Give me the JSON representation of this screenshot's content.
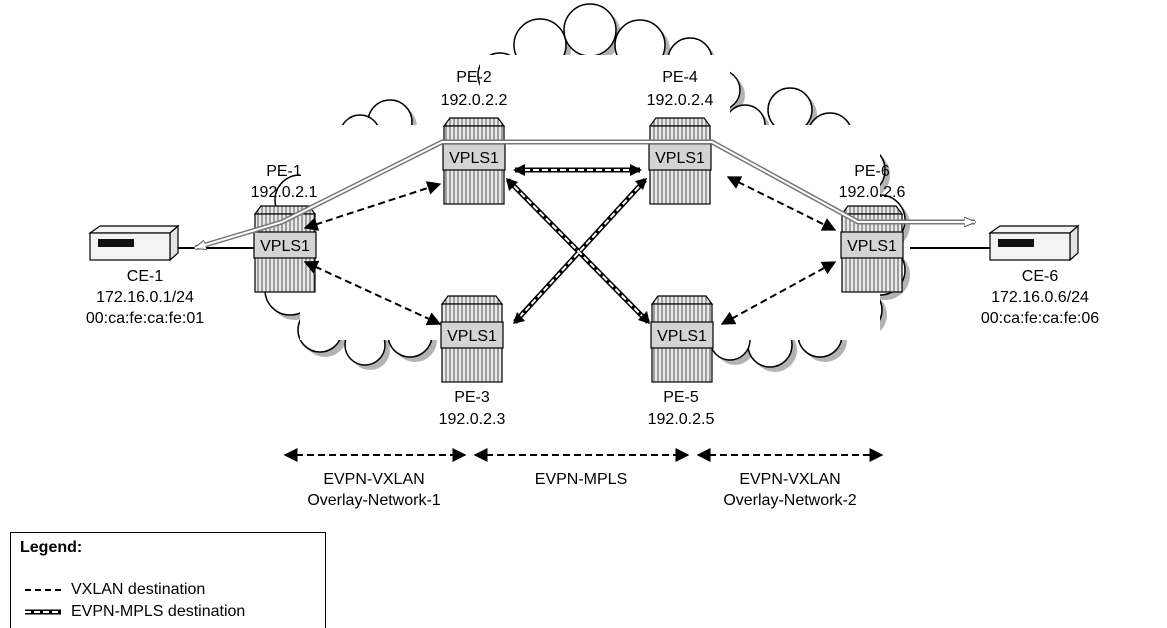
{
  "nodes": {
    "pe1": {
      "name": "PE-1",
      "ip": "192.0.2.1",
      "service": "VPLS1"
    },
    "pe2": {
      "name": "PE-2",
      "ip": "192.0.2.2",
      "service": "VPLS1"
    },
    "pe3": {
      "name": "PE-3",
      "ip": "192.0.2.3",
      "service": "VPLS1"
    },
    "pe4": {
      "name": "PE-4",
      "ip": "192.0.2.4",
      "service": "VPLS1"
    },
    "pe5": {
      "name": "PE-5",
      "ip": "192.0.2.5",
      "service": "VPLS1"
    },
    "pe6": {
      "name": "PE-6",
      "ip": "192.0.2.6",
      "service": "VPLS1"
    }
  },
  "ces": {
    "ce1": {
      "name": "CE-1",
      "ip": "172.16.0.1/24",
      "mac": "00:ca:fe:ca:fe:01"
    },
    "ce6": {
      "name": "CE-6",
      "ip": "172.16.0.6/24",
      "mac": "00:ca:fe:ca:fe:06"
    }
  },
  "segments": [
    {
      "line1": "EVPN-VXLAN",
      "line2": "Overlay-Network-1"
    },
    {
      "line1": "EVPN-MPLS",
      "line2": ""
    },
    {
      "line1": "EVPN-VXLAN",
      "line2": "Overlay-Network-2"
    }
  ],
  "legend": {
    "title": "Legend:",
    "items": [
      {
        "label": "VXLAN destination",
        "style": "dashed"
      },
      {
        "label": "EVPN-MPLS destination",
        "style": "double-dashed"
      }
    ]
  },
  "colors": {
    "cloud": "#ffffff",
    "cloud_shadow": "#b3b3b3",
    "router_fill": "#e6e6e6",
    "vpls_fill": "#d4d4d4",
    "ce_dark": "#111111",
    "double_line": "#8a8a8a"
  }
}
